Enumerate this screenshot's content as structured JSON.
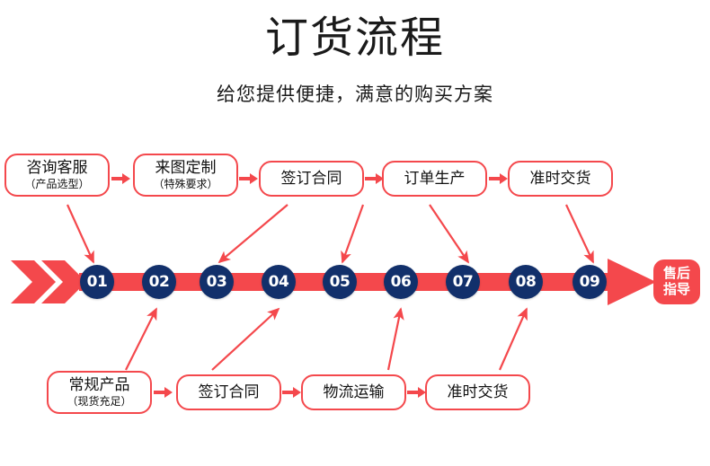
{
  "header": {
    "title": "订货流程",
    "subtitle": "给您提供便捷，满意的购买方案"
  },
  "colors": {
    "accent_red": "#F4484C",
    "circle_navy": "#12306B",
    "text_dark": "#1a1a1a",
    "background": "#ffffff"
  },
  "top_row": {
    "boxes": [
      {
        "line1": "咨询客服",
        "line2": "（产品选型）"
      },
      {
        "line1": "来图定制",
        "line2": "（特殊要求）"
      },
      {
        "line1": "签订合同",
        "line2": ""
      },
      {
        "line1": "订单生产",
        "line2": ""
      },
      {
        "line1": "准时交货",
        "line2": ""
      }
    ]
  },
  "bottom_row": {
    "boxes": [
      {
        "line1": "常规产品",
        "line2": "（现货充足）"
      },
      {
        "line1": "签订合同",
        "line2": ""
      },
      {
        "line1": "物流运输",
        "line2": ""
      },
      {
        "line1": "准时交货",
        "line2": ""
      }
    ]
  },
  "timeline": {
    "steps": [
      "01",
      "02",
      "03",
      "04",
      "05",
      "06",
      "07",
      "08",
      "09"
    ],
    "end_badge": {
      "line1": "售后",
      "line2": "指导"
    }
  },
  "icons": {
    "chevron": "double-chevron-icon",
    "arrow_right": "arrow-right-icon",
    "arrow_head": "arrow-head-icon"
  }
}
